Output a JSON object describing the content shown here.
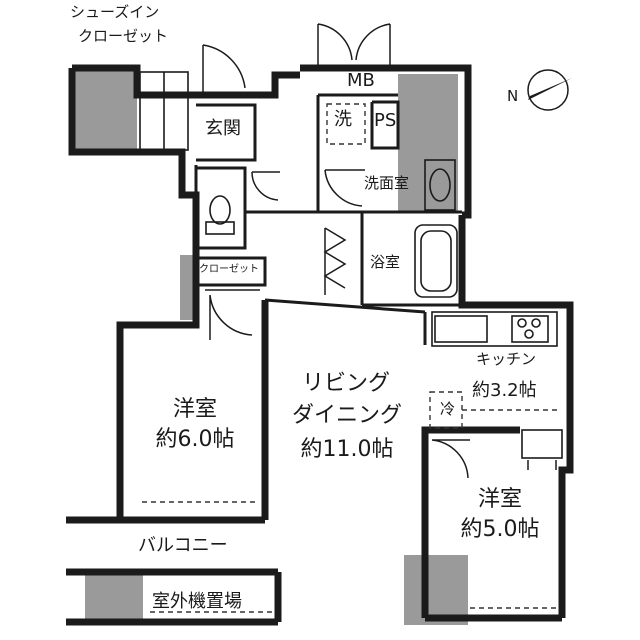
{
  "labels": {
    "shoes_in_closet_line1": "シューズイン",
    "shoes_in_closet_line2": "クローゼット",
    "genkan": "玄関",
    "mb": "MB",
    "ps": "PS",
    "washer": "洗",
    "senmenjo": "洗面室",
    "yokushitsu": "浴室",
    "closet": "クローゼット",
    "kitchen_name": "キッチン",
    "kitchen_area": "約3.2帖",
    "fridge": "冷",
    "living_line1": "リビング",
    "living_line2": "ダイニング",
    "living_area": "約11.0帖",
    "western_room_a_name": "洋室",
    "western_room_a_area": "約6.0帖",
    "western_room_b_name": "洋室",
    "western_room_b_area": "約5.0帖",
    "balcony": "バルコニー",
    "outdoor_unit_area": "室外機置場",
    "compass_north": "N"
  },
  "colors": {
    "wall": "#1b1b1b",
    "shade": "#9a9a9a",
    "text": "#1a1a1a",
    "background": "#ffffff"
  }
}
